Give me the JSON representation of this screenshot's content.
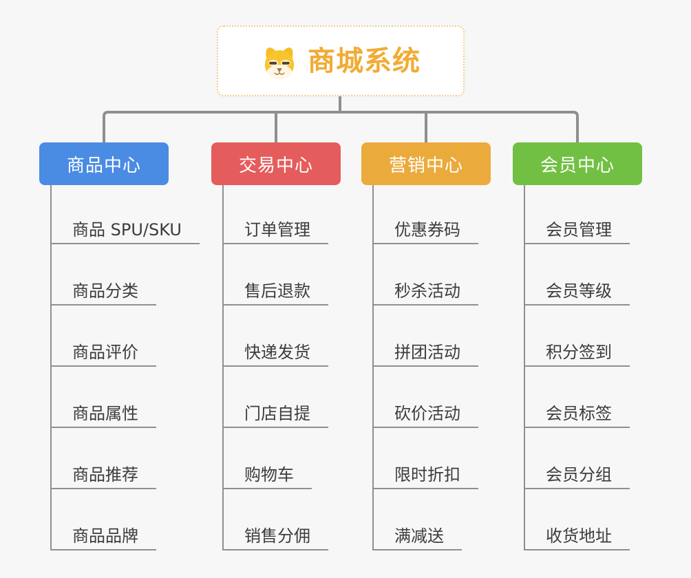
{
  "canvas": {
    "background": "#f7f7f7",
    "connector_color": "#8f8f8f"
  },
  "root": {
    "title": "商城系统",
    "icon": "doge-icon",
    "text_color": "#f1ab35",
    "border_color": "#f2cd8c",
    "background": "#ffffff"
  },
  "branches": [
    {
      "id": "product-center",
      "label": "商品中心",
      "color": "#4a8be4",
      "children": [
        "商品 SPU/SKU",
        "商品分类",
        "商品评价",
        "商品属性",
        "商品推荐",
        "商品品牌"
      ]
    },
    {
      "id": "trade-center",
      "label": "交易中心",
      "color": "#e55c5c",
      "children": [
        "订单管理",
        "售后退款",
        "快递发货",
        "门店自提",
        "购物车",
        "销售分佣"
      ]
    },
    {
      "id": "marketing-center",
      "label": "营销中心",
      "color": "#ebaa3c",
      "children": [
        "优惠券码",
        "秒杀活动",
        "拼团活动",
        "砍价活动",
        "限时折扣",
        "满减送"
      ]
    },
    {
      "id": "member-center",
      "label": "会员中心",
      "color": "#71c043",
      "children": [
        "会员管理",
        "会员等级",
        "积分签到",
        "会员标签",
        "会员分组",
        "收货地址"
      ]
    }
  ]
}
